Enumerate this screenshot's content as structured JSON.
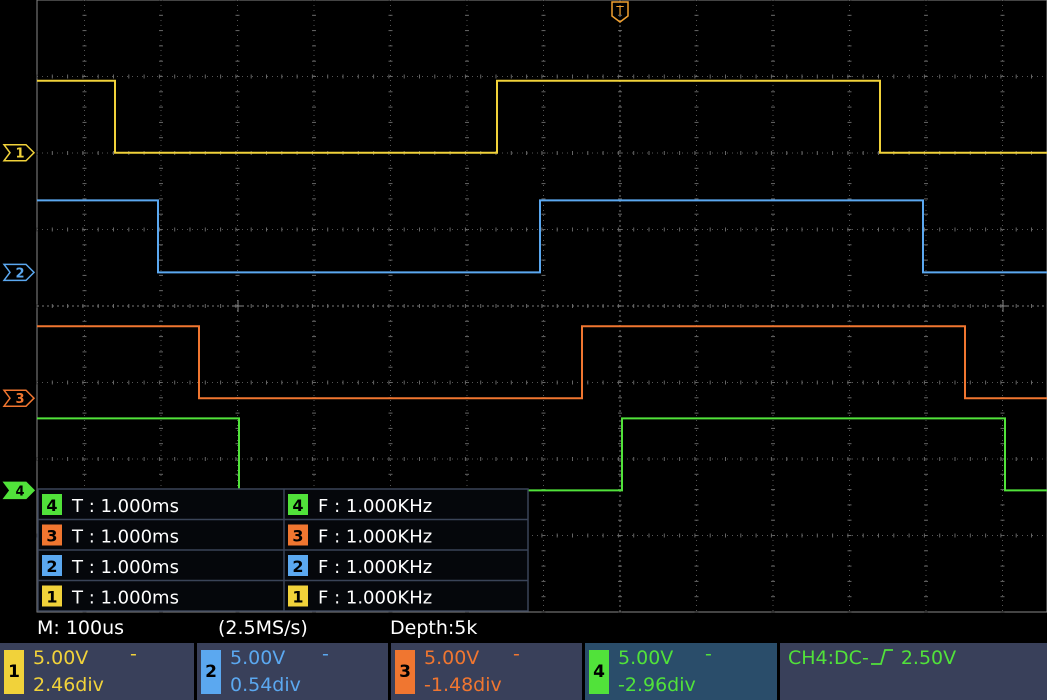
{
  "trigger_marker": "T",
  "channel_markers": [
    "1",
    "2",
    "3",
    "4"
  ],
  "channels": [
    {
      "id": "1",
      "color": "#f1d23a",
      "edges": [
        115,
        497,
        880
      ],
      "start_high": true,
      "offset_div": 2.46,
      "volt": "5.00V",
      "coupling": "-",
      "offset": "2.46div"
    },
    {
      "id": "2",
      "color": "#5ba8f0",
      "edges": [
        158,
        540,
        923
      ],
      "start_high": true,
      "offset_div": 0.54,
      "volt": "5.00V",
      "coupling": "-",
      "offset": "0.54div"
    },
    {
      "id": "3",
      "color": "#f07630",
      "edges": [
        199,
        582,
        965
      ],
      "start_high": true,
      "offset_div": -1.48,
      "volt": "5.00V",
      "coupling": "-",
      "offset": "-1.48div"
    },
    {
      "id": "4",
      "color": "#51e23a",
      "edges": [
        239,
        622,
        1005
      ],
      "start_high": true,
      "offset_div": -2.96,
      "volt": "5.00V",
      "coupling": "-",
      "offset": "-2.96div"
    }
  ],
  "measurements": [
    {
      "ch": "4",
      "color": "#51e23a",
      "period_label": "T",
      "period_value": "1.000ms",
      "freq_label": "F",
      "freq_value": "1.000KHz"
    },
    {
      "ch": "3",
      "color": "#f07630",
      "period_label": "T",
      "period_value": "1.000ms",
      "freq_label": "F",
      "freq_value": "1.000KHz"
    },
    {
      "ch": "2",
      "color": "#5ba8f0",
      "period_label": "T",
      "period_value": "1.000ms",
      "freq_label": "F",
      "freq_value": "1.000KHz"
    },
    {
      "ch": "1",
      "color": "#f1d23a",
      "period_label": "T",
      "period_value": "1.000ms",
      "freq_label": "F",
      "freq_value": "1.000KHz"
    }
  ],
  "status": {
    "timebase": "M:  100us",
    "sample_rate": "(2.5MS/s)",
    "depth": "Depth:5k"
  },
  "trigger_info": "CH4:DC-╰╭ 2.50V",
  "trigger_text": "CH4:DC-",
  "trigger_level": "2.50V"
}
